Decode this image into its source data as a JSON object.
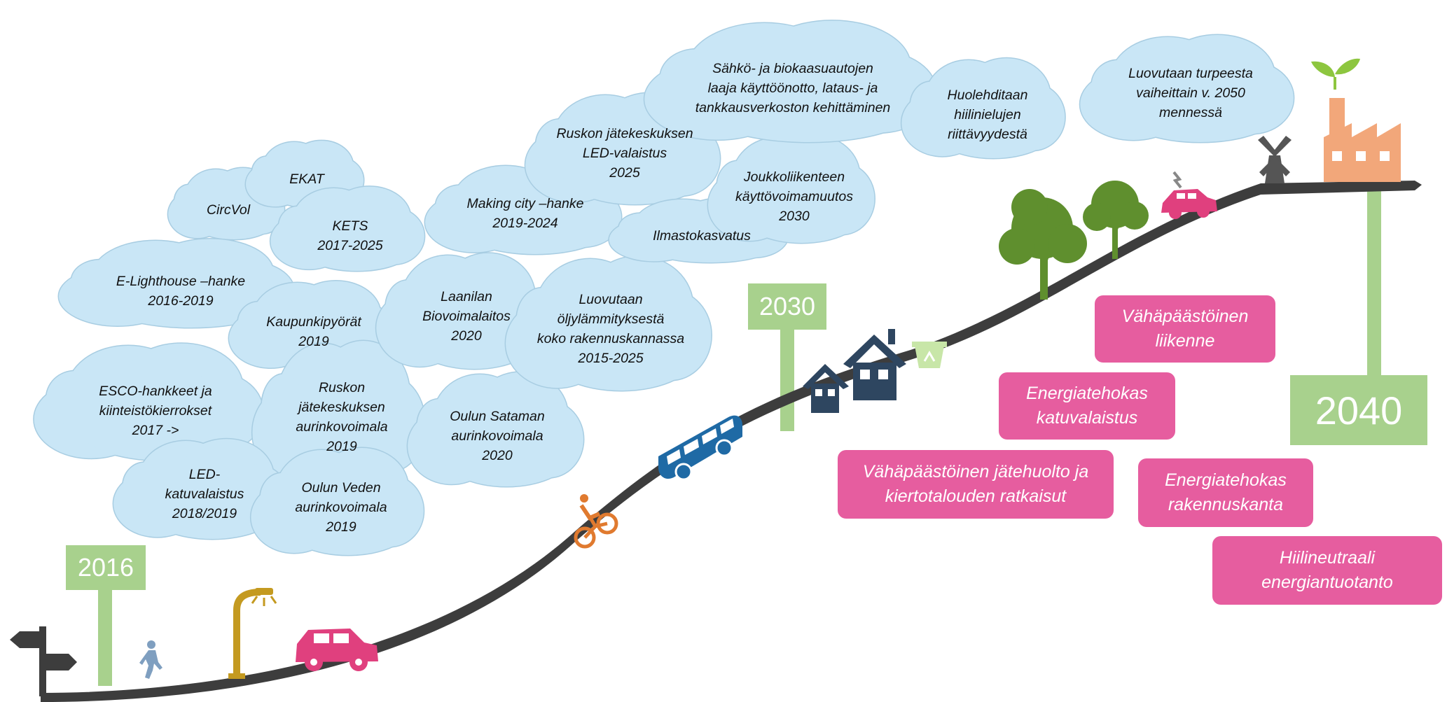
{
  "colors": {
    "road": "#3d3d3d",
    "cloud_fill": "#c9e6f6",
    "cloud_stroke": "#a8cde2",
    "goal_box": "#e65d9f",
    "year_marker": "#a8d18d",
    "bus": "#1f6aa5",
    "houses": "#2e4660",
    "trees": "#5f8f2e",
    "factory": "#f2a77a",
    "bicycle": "#e07a2f",
    "car": "#e0407e"
  },
  "years": {
    "start": "2016",
    "middle": "2030",
    "end": "2040"
  },
  "clouds": [
    {
      "lines": [
        "CircVol"
      ]
    },
    {
      "lines": [
        "EKAT"
      ]
    },
    {
      "lines": [
        "KETS",
        "2017-2025"
      ]
    },
    {
      "lines": [
        "E-Lighthouse –hanke",
        "2016-2019"
      ]
    },
    {
      "lines": [
        "Kaupunkipyörät",
        "2019"
      ]
    },
    {
      "lines": [
        "ESCO-hankkeet ja",
        "kiinteistökierrokset",
        "2017 ->"
      ]
    },
    {
      "lines": [
        "Ruskon",
        "jätekeskuksen",
        "aurinkovoimala",
        "2019"
      ]
    },
    {
      "lines": [
        "LED-",
        "katuvalaistus",
        "2018/2019"
      ]
    },
    {
      "lines": [
        "Oulun Veden",
        "aurinkovoimala",
        "2019"
      ]
    },
    {
      "lines": [
        "Oulun Sataman",
        "aurinkovoimala",
        "2020"
      ]
    },
    {
      "lines": [
        "Laanilan",
        "Biovoimalaitos",
        "2020"
      ]
    },
    {
      "lines": [
        "Luovutaan",
        "öljylämmityksestä",
        "koko rakennuskannassa",
        "2015-2025"
      ]
    },
    {
      "lines": [
        "Making city –hanke",
        "2019-2024"
      ]
    },
    {
      "lines": [
        "Ruskon jätekeskuksen",
        "LED-valaistus",
        "2025"
      ]
    },
    {
      "lines": [
        "Ilmastokasvatus"
      ]
    },
    {
      "lines": [
        "Joukkoliikenteen",
        "käyttövoimamuutos",
        "2030"
      ]
    },
    {
      "lines": [
        "Sähkö- ja biokaasuautojen",
        "laaja käyttöönotto, lataus- ja",
        "tankkausverkoston kehittäminen"
      ]
    },
    {
      "lines": [
        "Huolehditaan",
        "hiilinielujen",
        "riittävyydestä"
      ]
    },
    {
      "lines": [
        "Luovutaan turpeesta",
        "vaiheittain v. 2050",
        "mennessä"
      ]
    }
  ],
  "goals": [
    {
      "lines": [
        "Vähäpäästöinen",
        "liikenne"
      ]
    },
    {
      "lines": [
        "Energiatehokas",
        "katuvalaistus"
      ]
    },
    {
      "lines": [
        "Vähäpäästöinen jätehuolto ja",
        "kiertotalouden ratkaisut"
      ]
    },
    {
      "lines": [
        "Energiatehokas",
        "rakennuskanta"
      ]
    },
    {
      "lines": [
        "Hiilineutraali",
        "energiantuotanto"
      ]
    }
  ],
  "icons": [
    "signpost-icon",
    "pedestrian-icon",
    "street-lamp-icon",
    "car-icon",
    "bicycle-icon",
    "bus-icon",
    "houses-icon",
    "recycling-bin-icon",
    "trees-icon",
    "electric-car-icon",
    "windmill-icon",
    "factory-icon",
    "sprout-icon"
  ]
}
